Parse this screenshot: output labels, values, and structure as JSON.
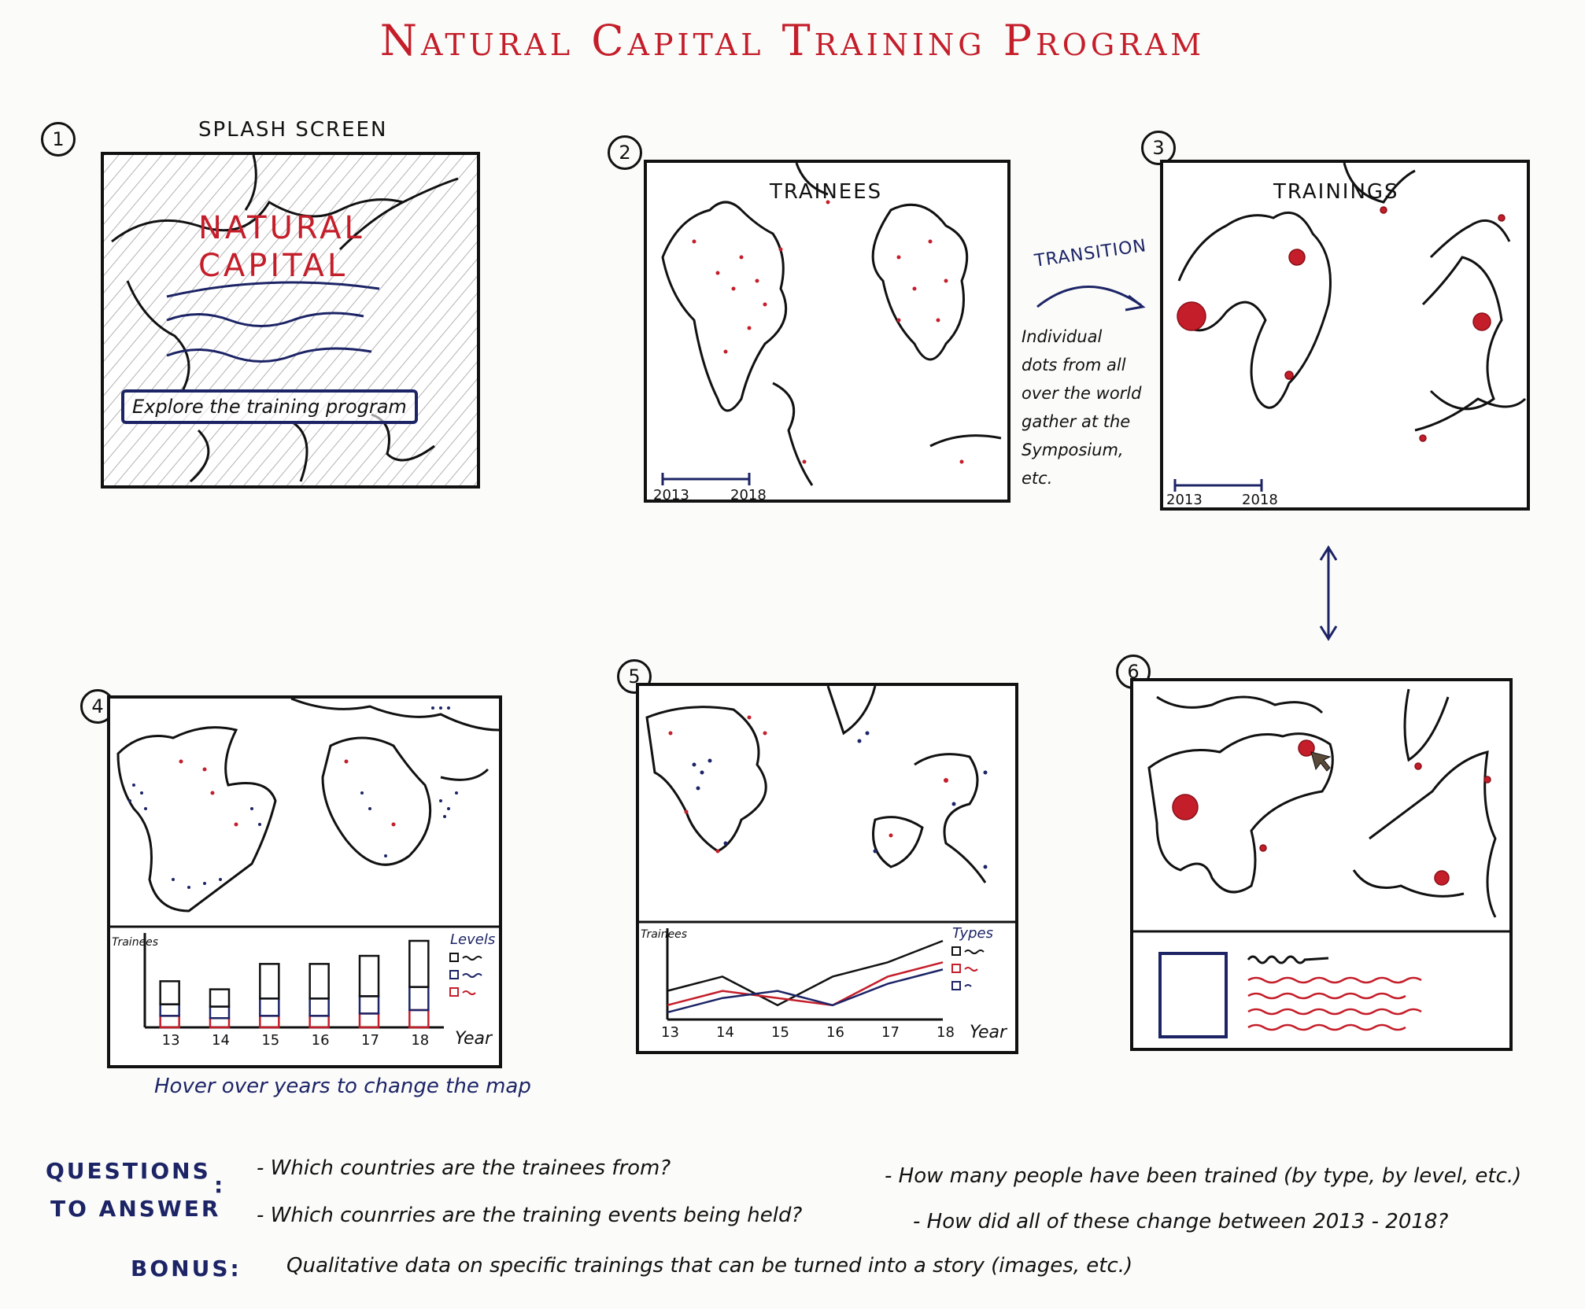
{
  "title": "Natural Capital Training Program",
  "panels": {
    "p1": {
      "num": "1",
      "title": "SPLASH SCREEN",
      "splash_line1": "NATURAL",
      "splash_line2": "CAPITAL",
      "button": "Explore the training program"
    },
    "p2": {
      "num": "2",
      "title": "TRAINEES",
      "scale_start": "2013",
      "scale_end": "2018"
    },
    "p3": {
      "num": "3",
      "title": "TRAININGS",
      "scale_start": "2013",
      "scale_end": "2018"
    },
    "p4": {
      "num": "4",
      "ylabel": "Trainees",
      "xlabel": "Year",
      "legend_title": "Levels",
      "caption": "Hover over years to change the map"
    },
    "p5": {
      "num": "5",
      "ylabel": "Trainees",
      "xlabel": "Year",
      "legend_title": "Types"
    },
    "p6": {
      "num": "6"
    }
  },
  "transition": {
    "label": "TRANSITION",
    "note": [
      "Individual",
      "dots from all",
      "over the world",
      "gather at the",
      "Symposium, etc."
    ]
  },
  "questions": {
    "heading1": "QUESTIONS",
    "heading2": "TO ANSWER",
    "colon": ":",
    "items": [
      "- Which countries are the trainees from?",
      "- How many people have been trained (by type, by level, etc.)",
      "- Which counrries are the training events being held?",
      "- How did all of these change between 2013 - 2018?"
    ]
  },
  "bonus": {
    "label": "BONUS:",
    "text": "Qualitative data on specific trainings that can be turned into a story (images, etc.)"
  },
  "colors": {
    "red": "#c41e2a",
    "navy": "#1c2466",
    "ink": "#111111"
  },
  "chart_data": [
    {
      "type": "bar",
      "categories": [
        "13",
        "14",
        "15",
        "16",
        "17",
        "18"
      ],
      "series": [
        {
          "values": [
            2,
            1.5,
            3,
            3,
            3.5,
            4
          ]
        },
        {
          "values": [
            1,
            1,
            1.5,
            1.5,
            1.5,
            2
          ]
        },
        {
          "values": [
            1,
            0.8,
            1,
            1,
            1.2,
            1.5
          ]
        }
      ],
      "xlabel": "Year",
      "ylabel": "Trainees",
      "legend_title": "Levels"
    },
    {
      "type": "line",
      "x": [
        "13",
        "14",
        "15",
        "16",
        "17",
        "18"
      ],
      "series": [
        {
          "values": [
            2,
            3,
            1,
            3,
            4,
            5.5
          ]
        },
        {
          "values": [
            1,
            2,
            1.5,
            1,
            3,
            4
          ]
        },
        {
          "values": [
            0.5,
            1.5,
            2,
            1,
            2.5,
            3.5
          ]
        }
      ],
      "xlabel": "Year",
      "ylabel": "Trainees",
      "legend_title": "Types"
    }
  ]
}
